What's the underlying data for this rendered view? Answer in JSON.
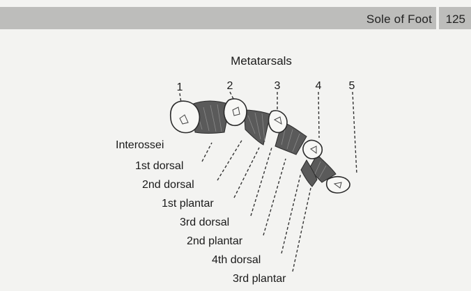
{
  "header": {
    "title": "Sole of Foot",
    "page_number": "125"
  },
  "figure": {
    "title": "Metatarsals",
    "metatarsal_numbers": [
      "1",
      "2",
      "3",
      "4",
      "5"
    ],
    "group_label": "Interossei",
    "muscle_labels": [
      "1st dorsal",
      "2nd dorsal",
      "1st plantar",
      "3rd dorsal",
      "2nd plantar",
      "4th dorsal",
      "3rd plantar"
    ]
  }
}
